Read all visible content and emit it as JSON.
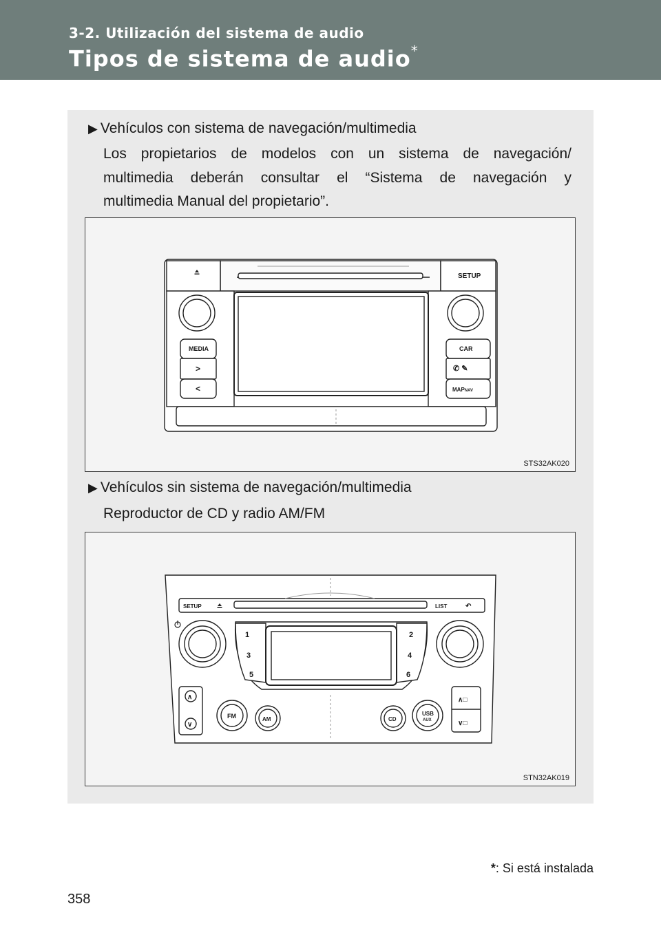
{
  "header": {
    "section": "3-2. Utilización del sistema de audio",
    "title": "Tipos de sistema de audio",
    "title_mark": "*"
  },
  "sections": [
    {
      "heading": "Vehículos con sistema de navegación/multimedia",
      "lines": [
        "Los propietarios de modelos con un sistema de navegación/",
        "multimedia deberán consultar el “Sistema de navegación y",
        "multimedia Manual del propietario”."
      ],
      "figure": {
        "code": "STS32AK020",
        "labels": {
          "setup": "SETUP",
          "media": "MEDIA",
          "car": "CAR",
          "map": "MAP",
          "nav": "NAV"
        }
      }
    },
    {
      "heading": "Vehículos sin sistema de navegación/multimedia",
      "lines": [
        "Reproductor de CD y radio AM/FM"
      ],
      "figure": {
        "code": "STN32AK019",
        "labels": {
          "setup": "SETUP",
          "list": "LIST",
          "fm": "FM",
          "am": "AM",
          "cd": "CD",
          "usb": "USB",
          "aux": "AUX",
          "presets": [
            "1",
            "2",
            "3",
            "4",
            "5",
            "6"
          ]
        }
      }
    }
  ],
  "footnote": {
    "mark": "*",
    "text": ": Si está instalada"
  },
  "page_number": "358"
}
